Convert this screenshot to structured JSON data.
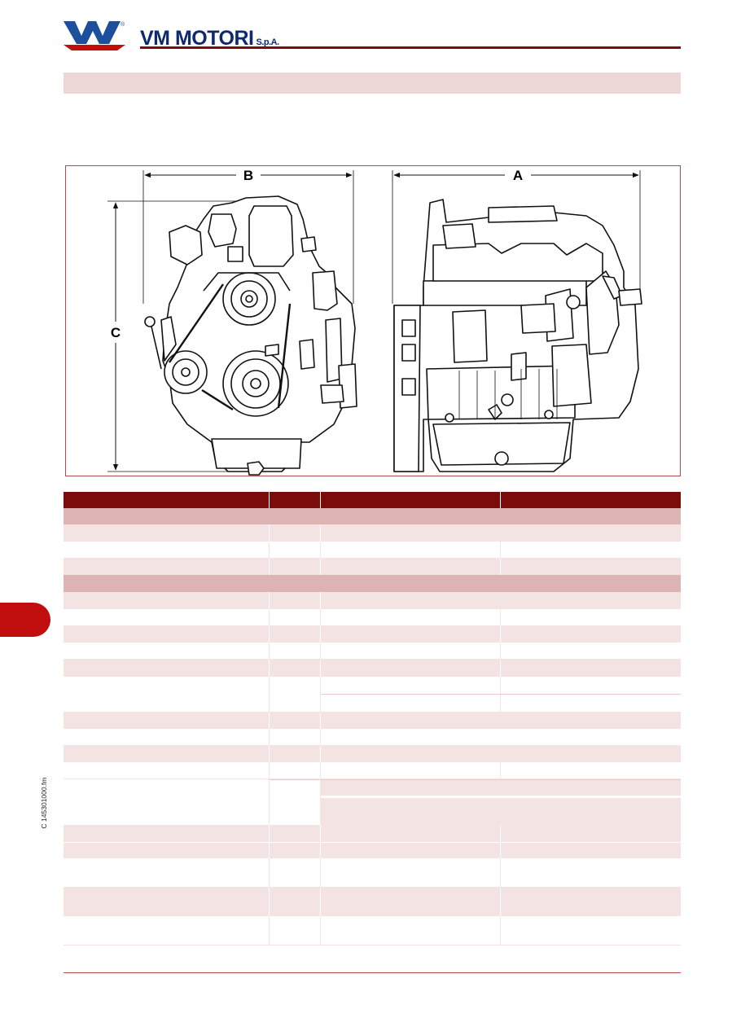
{
  "header": {
    "brand": "VM MOTORI",
    "brand_suffix": "S.p.A.",
    "logo_reg_mark": "®"
  },
  "figure": {
    "dim_b": "B",
    "dim_a": "A",
    "dim_c": "C"
  },
  "sidebar": {
    "file_ref": "C 145301000.fm"
  },
  "colors": {
    "accent": "#7a0c0c",
    "band": "#ecd6d6",
    "section": "#ddb3b3",
    "tab": "#c00d0d",
    "logo_blue": "#1c4f9c"
  }
}
